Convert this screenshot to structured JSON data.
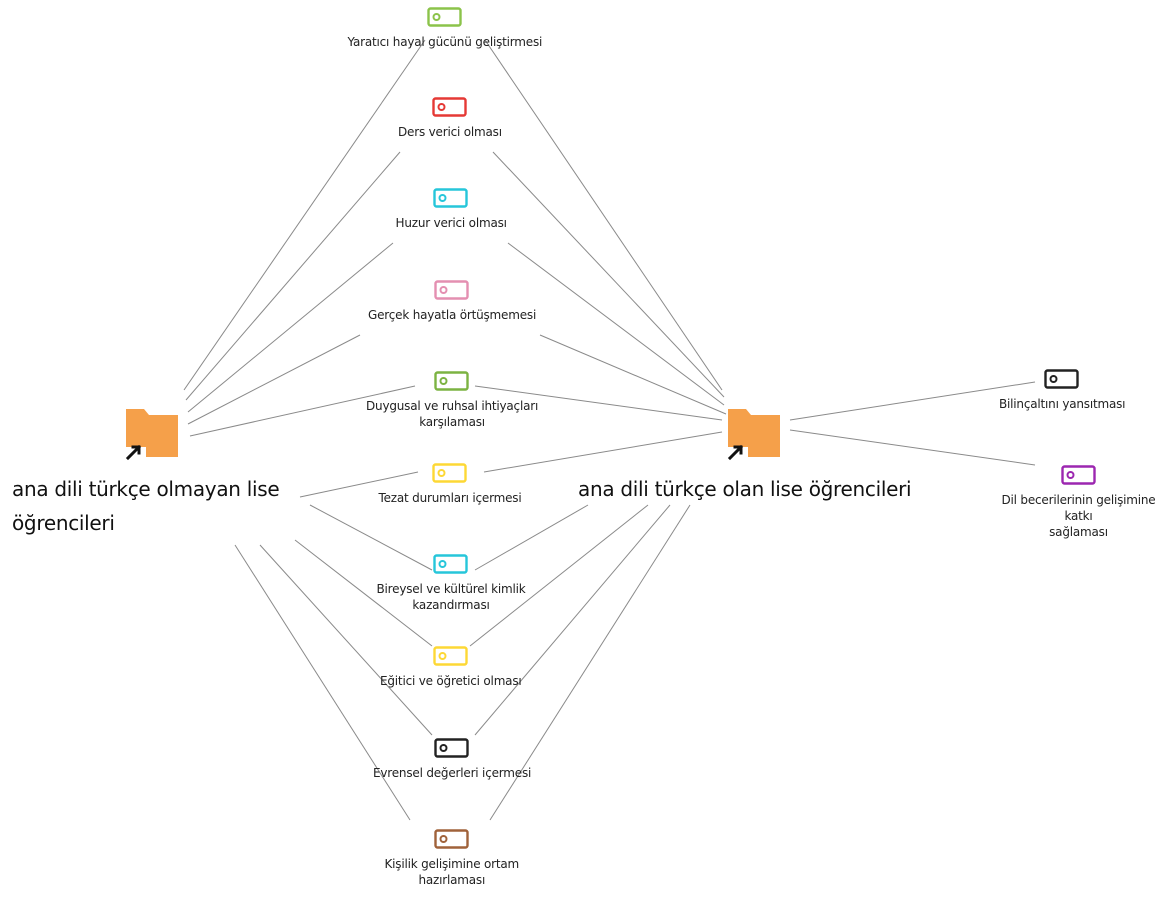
{
  "groups": {
    "left": {
      "label_line1": "ana dili türkçe olmayan lise",
      "label_line2": "öğrencileri"
    },
    "right": {
      "label": "ana dili türkçe olan lise öğrencileri"
    }
  },
  "codes": [
    {
      "id": "c1",
      "label": "Yaratıcı hayal gücünü geliştirmesi",
      "color": "#8bc34a",
      "links": [
        "left",
        "right"
      ]
    },
    {
      "id": "c2",
      "label": "Ders verici olması",
      "color": "#e53935",
      "links": [
        "left",
        "right"
      ]
    },
    {
      "id": "c3",
      "label": "Huzur verici olması",
      "color": "#26c6da",
      "links": [
        "left",
        "right"
      ]
    },
    {
      "id": "c4",
      "label": "Gerçek hayatla örtüşmemesi",
      "color": "#e48fb1",
      "links": [
        "left",
        "right"
      ]
    },
    {
      "id": "c5",
      "label": "Duygusal ve ruhsal ihtiyaçları\nkarşılaması",
      "color": "#7cb342",
      "links": [
        "left",
        "right"
      ]
    },
    {
      "id": "c6",
      "label": "Tezat durumları içermesi",
      "color": "#fdd835",
      "links": [
        "left",
        "right"
      ]
    },
    {
      "id": "c7",
      "label": "Bireysel ve kültürel kimlik\nkazandırması",
      "color": "#26c6da",
      "links": [
        "left",
        "right"
      ]
    },
    {
      "id": "c8",
      "label": "Eğitici ve öğretici olması",
      "color": "#fdd835",
      "links": [
        "left",
        "right"
      ]
    },
    {
      "id": "c9",
      "label": "Evrensel değerleri içermesi",
      "color": "#222222",
      "links": [
        "left",
        "right"
      ]
    },
    {
      "id": "c10",
      "label": "Kişilik gelişimine ortam\nhazırlaması",
      "color": "#a0623a",
      "links": [
        "left",
        "right"
      ]
    },
    {
      "id": "c11",
      "label": "Bilinçaltını yansıtması",
      "color": "#222222",
      "links": [
        "right"
      ]
    },
    {
      "id": "c12",
      "label": "Dil becerilerinin gelişimine katkı\nsağlaması",
      "color": "#9c27b0",
      "links": [
        "right"
      ]
    }
  ],
  "folder_color": "#f5a04a"
}
